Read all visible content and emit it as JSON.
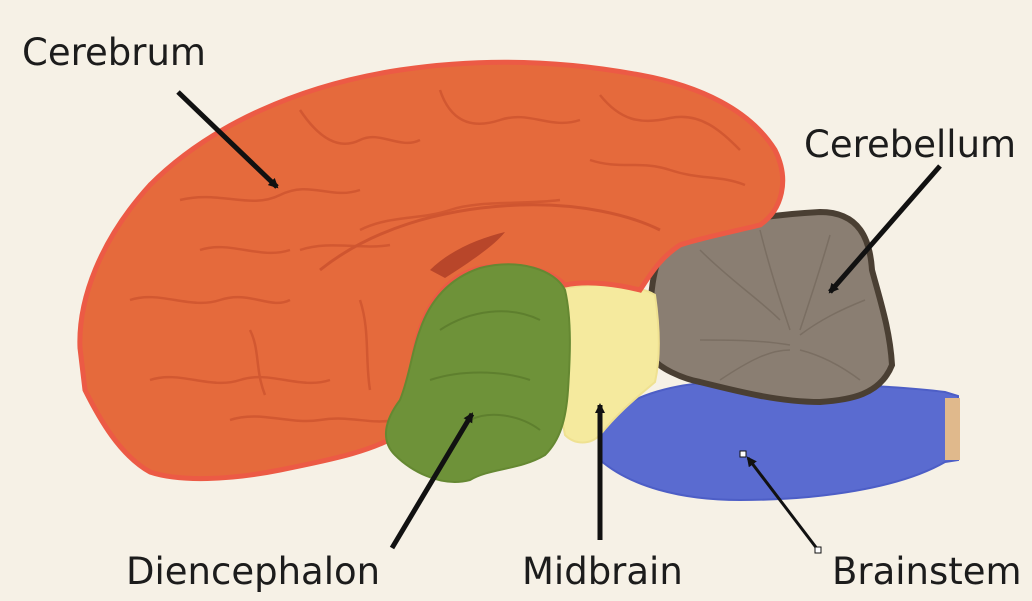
{
  "labels": {
    "cerebrum": "Cerebrum",
    "cerebellum": "Cerebellum",
    "diencephalon": "Diencephalon",
    "midbrain": "Midbrain",
    "brainstem": "Brainstem"
  },
  "colors": {
    "background": "#f6f1e6",
    "cerebrum": "#e56a3c",
    "cerebrum_outline": "#ec5a45",
    "diencephalon": "#6e9239",
    "midbrain": "#f5ea9e",
    "cerebellum": "#8a7e72",
    "cerebellum_outline": "#4a3f33",
    "brainstem": "#5a6bd0",
    "arrow": "#111111"
  }
}
